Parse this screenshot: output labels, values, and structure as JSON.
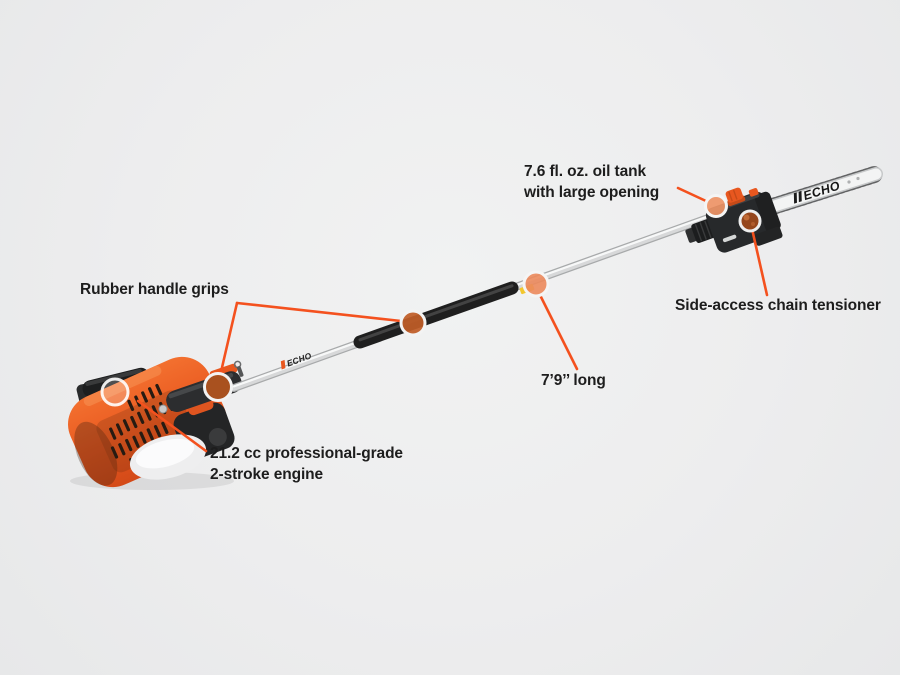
{
  "page": {
    "background": "#ededee",
    "accent_line_color": "#f4511e",
    "marker_ring_color": "#f3f3f3",
    "label_text_color": "#1d1d1d"
  },
  "brand": "ECHO",
  "callouts": {
    "oil_tank": {
      "line1": "7.6 fl. oz. oil tank",
      "line2": "with large opening"
    },
    "chain_tensioner": {
      "label": "Side-access chain tensioner"
    },
    "handle_grips": {
      "label": "Rubber handle grips"
    },
    "length": {
      "label": "7’9’’ long"
    },
    "engine": {
      "line1": "21.2 cc professional-grade",
      "line2": "2-stroke engine"
    }
  }
}
